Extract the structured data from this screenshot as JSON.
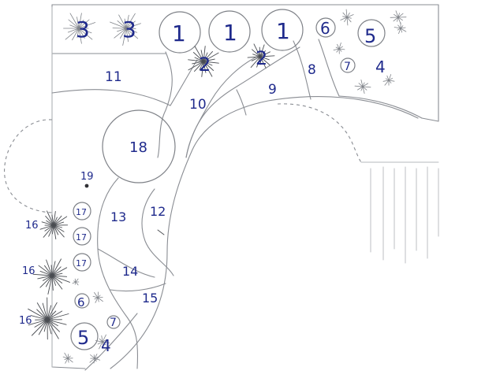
{
  "plan": {
    "labels": {
      "l1a": "1",
      "l1b": "1",
      "l1c": "1",
      "l2a": "2",
      "l2b": "2",
      "l3a": "3",
      "l3b": "3",
      "l4a": "4",
      "l4b": "4",
      "l5a": "5",
      "l5b": "5",
      "l6a": "6",
      "l6b": "6",
      "l7a": "7",
      "l7b": "7",
      "l8": "8",
      "l9": "9",
      "l10": "10",
      "l11": "11",
      "l12": "12",
      "l13": "13",
      "l14": "14",
      "l15": "15",
      "l16a": "16",
      "l16b": "16",
      "l16c": "16",
      "l17a": "17",
      "l17b": "17",
      "l17c": "17",
      "l18": "18",
      "l19": "19"
    }
  }
}
